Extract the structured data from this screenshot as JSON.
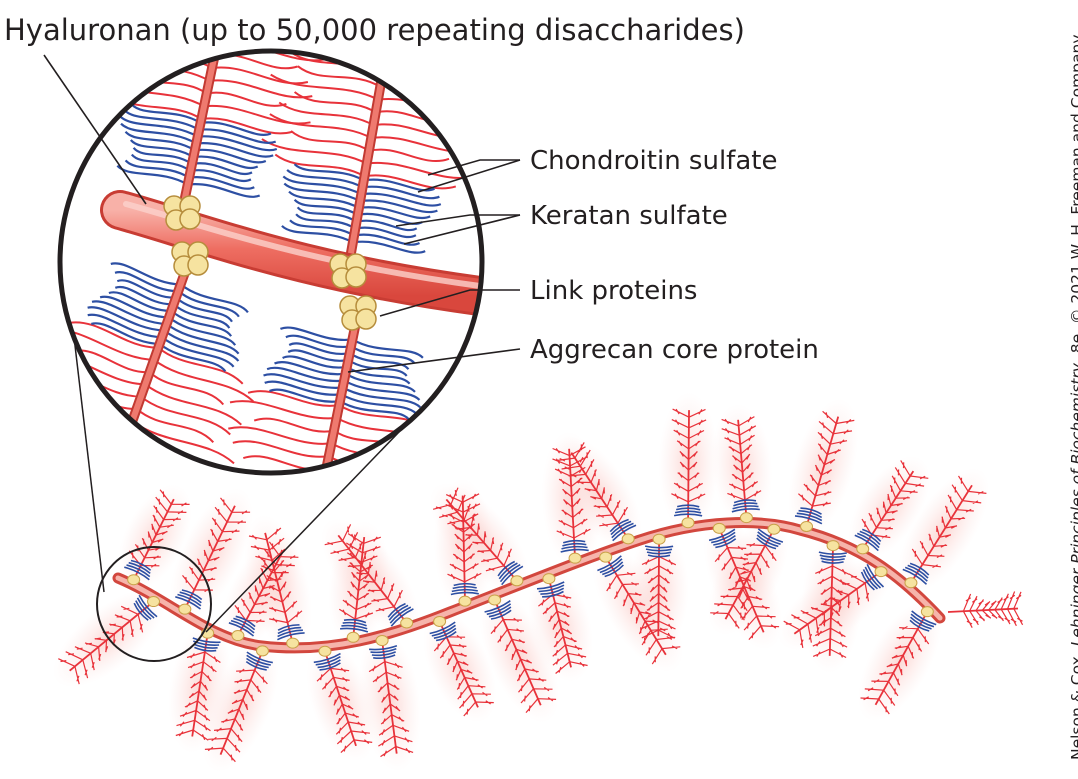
{
  "title": "Hyaluronan (up to 50,000 repeating disaccharides)",
  "labels": {
    "chondroitin": "Chondroitin sulfate",
    "keratan": "Keratan sulfate",
    "link": "Link proteins",
    "core": "Aggrecan core protein"
  },
  "credit": {
    "prefix": "Nelson & Cox, ",
    "book": "Lehninger Principles of Biochemistry",
    "suffix": ", 8e, © 2021 W. H. Freeman and Company"
  },
  "colors": {
    "hyaluronan": "#ec6a60",
    "chondroitin": "#e8323a",
    "keratan": "#2d4fa3",
    "link_protein": "#f6e3a0",
    "outline": "#231f20"
  }
}
